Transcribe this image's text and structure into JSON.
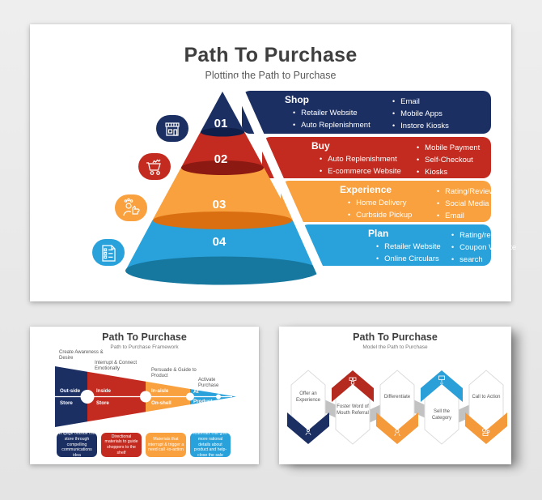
{
  "palette": {
    "navy": "#1b2f63",
    "navy_dark": "#101f49",
    "red": "#c42b20",
    "red_dark": "#8c1a12",
    "orange": "#f9a03f",
    "orange_dark": "#d96f10",
    "blue": "#29a2db",
    "teal_dark": "#16779f",
    "background": "#e8e8e8",
    "heading": "#3f3f3f",
    "subheading": "#595959"
  },
  "slide1": {
    "title": "Path To Purchase",
    "subtitle": "Plotting the Path to Purchase",
    "levels": [
      {
        "number": "01",
        "title": "Shop",
        "icon": "storefront-icon",
        "left_items": [
          "Retailer Website",
          "Auto Replenishment"
        ],
        "right_items": [
          "Email",
          "Mobile Apps",
          "Instore Kiosks"
        ]
      },
      {
        "number": "02",
        "title": "Buy",
        "icon": "shopping-cart-icon",
        "left_items": [
          "Auto Replenishment",
          "E-commerce Website"
        ],
        "right_items": [
          "Mobile Payment",
          "Self-Checkout",
          "Kiosks"
        ]
      },
      {
        "number": "03",
        "title": "Experience",
        "icon": "customer-review-icon",
        "left_items": [
          "Home Delivery",
          "Curbside Pickup"
        ],
        "right_items": [
          "Rating/Review",
          "Social Media",
          "Email"
        ]
      },
      {
        "number": "04",
        "title": "Plan",
        "icon": "checklist-icon",
        "left_items": [
          "Retailer Website",
          "Online Circulars"
        ],
        "right_items": [
          "Rating/review",
          "Coupon Website",
          "search"
        ]
      }
    ]
  },
  "slide2": {
    "title": "Path To Purchase",
    "subtitle": "Path to Purchase Framework",
    "stages": [
      {
        "phase": "Create Awareness & Desire",
        "label_top": "Out-side",
        "label_bottom": "Store",
        "note": "Engage outside the store through compelling communications idea"
      },
      {
        "phase": "Interrupt & Connect Emotionally",
        "label_top": "Inside",
        "label_bottom": "Store",
        "note": "Directional materials to guide shoppers to the shelf"
      },
      {
        "phase": "Persuade & Guide to Product",
        "label_top": "In-aisle",
        "label_bottom": "On-shell",
        "note": "Materials that interrupt & trigger a need call -to-action"
      },
      {
        "phase": "Activate Purchase",
        "label_top": "At",
        "label_bottom": "Product",
        "note": "Materials that give more rational details about product and help-close the sale"
      }
    ]
  },
  "slide3": {
    "title": "Path To Purchase",
    "subtitle": "Model the Path to Purchase",
    "steps": [
      {
        "label": "Offer an Experience",
        "icon": "experience-icon"
      },
      {
        "label": "Foster Word of Mouth Referral",
        "icon": "word-of-mouth-icon"
      },
      {
        "label": "Differentiate",
        "icon": "differentiate-icon"
      },
      {
        "label": "Sell the Category",
        "icon": "sell-category-icon"
      },
      {
        "label": "Call to Action",
        "icon": "call-to-action-icon"
      }
    ]
  }
}
